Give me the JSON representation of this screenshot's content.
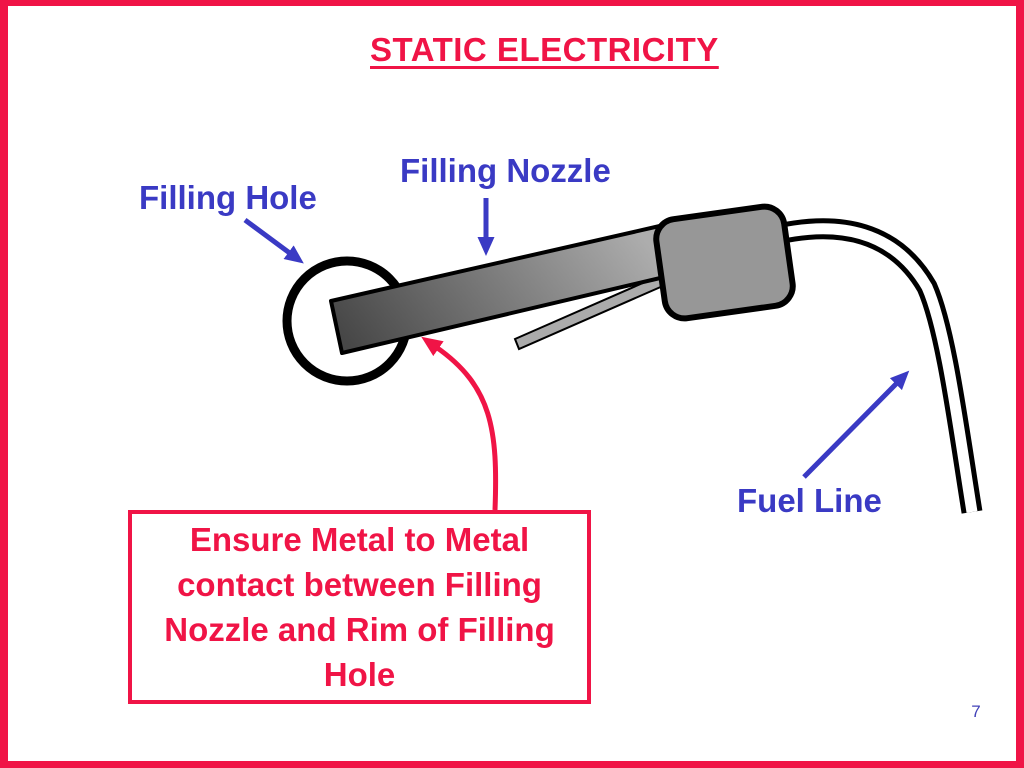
{
  "slide": {
    "title": "STATIC ELECTRICITY",
    "page_number": "7"
  },
  "labels": {
    "filling_hole": "Filling Hole",
    "filling_nozzle": "Filling Nozzle",
    "fuel_line": "Fuel Line"
  },
  "callout": {
    "lines": [
      "Ensure Metal to Metal",
      "contact between Filling",
      "Nozzle and Rim of Filling",
      "Hole"
    ]
  },
  "colors": {
    "accent_red": "#F01446",
    "label_blue": "#3A3AC4",
    "page_blue": "#4242B8",
    "body_gray": "#979797",
    "handle_gray": "#ABABAB",
    "spout_dark": "#474747",
    "spout_light": "#ADADAD",
    "ink": "#000000",
    "paper": "#FFFFFF"
  }
}
